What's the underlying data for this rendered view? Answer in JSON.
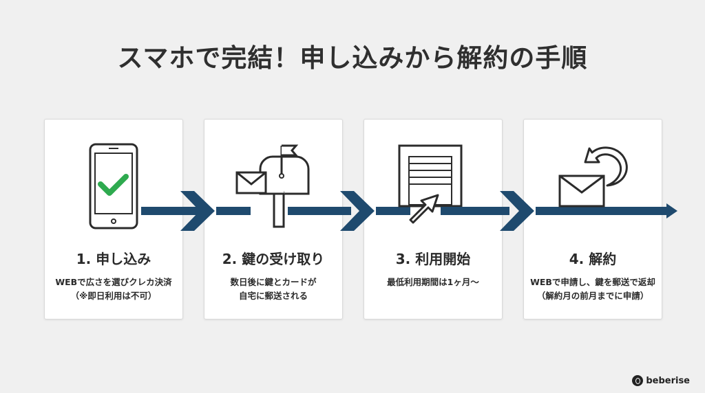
{
  "title": "スマホで完結！申し込みから解約の手順",
  "steps": [
    {
      "title": "1. 申し込み",
      "icon": "smartphone-check-icon",
      "desc": [
        "WEBで広さを選びクレカ決済",
        "（※即日利用は不可）"
      ]
    },
    {
      "title": "2. 鍵の受け取り",
      "icon": "mailbox-icon",
      "desc": [
        "数日後に鍵とカードが",
        "自宅に郵送される"
      ]
    },
    {
      "title": "3. 利用開始",
      "icon": "storage-unit-icon",
      "desc": [
        "最低利用期間は1ヶ月〜"
      ]
    },
    {
      "title": "4. 解約",
      "icon": "return-mail-icon",
      "desc": [
        "WEBで申請し、鍵を郵送で返却",
        "（解約月の前月までに申請）"
      ]
    }
  ],
  "logo": "beberise",
  "colors": {
    "arrow": "#1f4a6e",
    "check": "#2eaa4f",
    "icon_stroke": "#2b2b2b"
  }
}
